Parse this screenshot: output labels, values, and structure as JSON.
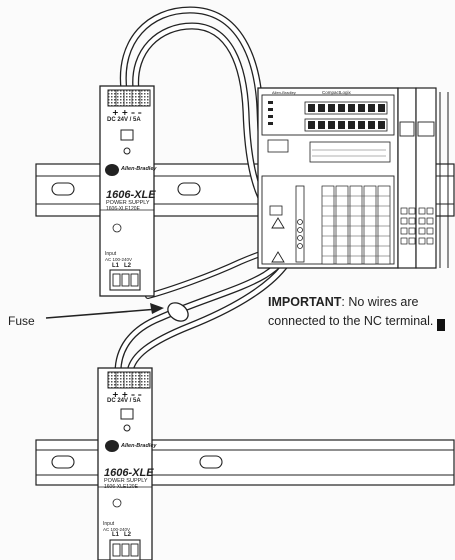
{
  "labels": {
    "fuse": "Fuse",
    "important_keyword": "IMPORTANT",
    "important_rest": ": No wires are",
    "important_line2": "connected to the NC terminal."
  },
  "top_power_supply": {
    "output_rating": "DC 24V / 5A",
    "brand": "Allen-Bradley",
    "model": "1606-XLE",
    "title": "POWER SUPPLY",
    "catalog": "1606-XLE120E",
    "input_label": "Input",
    "input_rating": "AC 100-240V",
    "terminal_l1": "L1",
    "terminal_l2": "L2"
  },
  "bottom_power_supply": {
    "output_rating": "DC 24V / 5A",
    "brand": "Allen-Bradley",
    "model": "1606-XLE",
    "title": "POWER SUPPLY",
    "catalog": "1606-XLE120E",
    "input_label": "Input",
    "input_rating": "AC 100-240V",
    "terminal_l1": "L1",
    "terminal_l2": "L2"
  },
  "controller": {
    "brand": "Allen-Bradley",
    "family": "CompactLogix"
  },
  "colors": {
    "line": "#222222",
    "rail": "#ffffff",
    "panel": "#f7f7f7"
  }
}
